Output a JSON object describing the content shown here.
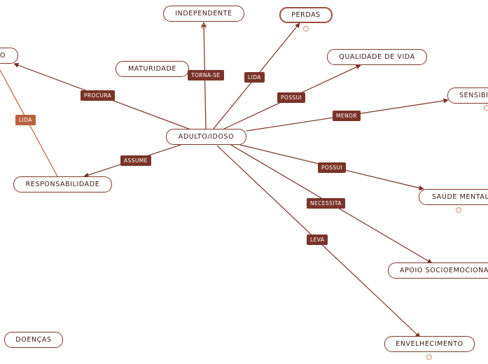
{
  "nodes": {
    "central": "ADULTO/IDOSO",
    "independente": "INDEPENDENTE",
    "perdas": "PERDAS",
    "maturidade": "MATURIDADE",
    "qualidade": "QUALIDADE DE VIDA",
    "sensibilidade": "SENSIBI",
    "lost_left": "O",
    "responsabilidade": "RESPONSABILIDADE",
    "saude": "SAÚDE MENTAL",
    "apoio": "APOIO SOCIOEMOCIONA",
    "envelhecimento": "ENVELHECIMENTO",
    "doencas": "DOENÇAS"
  },
  "relations": {
    "procura": "PROCURA",
    "torna_se": "TORNA-SE",
    "lida_perdas": "LIDA",
    "possui_qualidade": "POSSUI",
    "menor": "MENOR",
    "assume": "ASSUME",
    "lida_resp": "LIDA",
    "possui_saude": "POSSUI",
    "necessita": "NECESSITA",
    "leva": "LEVA"
  },
  "info_icon": "i",
  "colors": {
    "line": "#7a3328",
    "line_light": "#b8613f",
    "node_border": "#7a3a2c",
    "tag": "#7a3328",
    "tag_light": "#b8613f"
  }
}
